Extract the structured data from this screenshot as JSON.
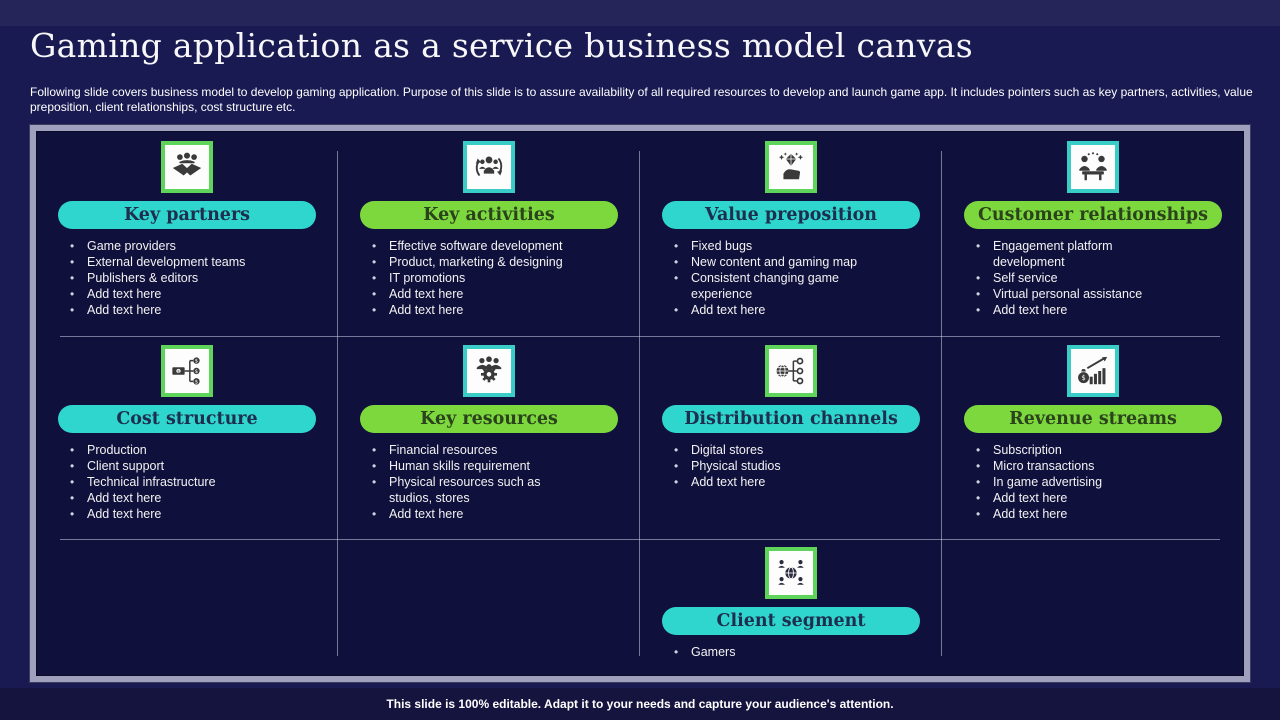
{
  "slide": {
    "title": "Gaming application as a service business model canvas",
    "subtitle": "Following slide covers business model to develop gaming application. Purpose of this slide is to assure availability of all required resources to develop and launch game app. It includes pointers such as key partners, activities, value preposition, client relationships, cost structure etc.",
    "footer": "This slide is 100% editable. Adapt it to your needs and capture your audience's attention."
  },
  "colors": {
    "background": "#1a1a52",
    "canvas_background": "#10103d",
    "frame_border": "#9fa0bd",
    "teal": "#2fd6cd",
    "green": "#7dd83e",
    "teal_pill_text": "#1e2e4e",
    "green_pill_text": "#2b431c",
    "icon_border_teal": "#3accc6",
    "icon_border_green": "#5ed45a",
    "body_text": "#f2f2f2",
    "grid_line": "#c9cee2",
    "footer_background": "#14143f",
    "title_text": "#f7f7fa"
  },
  "cells": [
    {
      "title": "Key partners",
      "pill_color": "teal",
      "icon": "handshake-icon",
      "bullets": [
        "Game providers",
        "External development teams",
        "Publishers & editors",
        "Add text here",
        "Add text here"
      ]
    },
    {
      "title": "Key activities",
      "pill_color": "green",
      "icon": "people-cycle-icon",
      "bullets": [
        "Effective software development",
        "Product, marketing & designing",
        "IT promotions",
        "Add text here",
        "Add text here"
      ]
    },
    {
      "title": "Value preposition",
      "pill_color": "teal",
      "icon": "hand-diamond-icon",
      "bullets": [
        "Fixed bugs",
        "New content and gaming map",
        "Consistent changing game experience",
        "Add text here"
      ]
    },
    {
      "title": "Customer relationships",
      "pill_color": "green",
      "icon": "meeting-icon",
      "bullets": [
        "Engagement platform development",
        "Self service",
        "Virtual personal assistance",
        "Add text here"
      ]
    },
    {
      "title": "Cost structure",
      "pill_color": "teal",
      "icon": "money-flow-icon",
      "bullets": [
        "Production",
        "Client support",
        "Technical infrastructure",
        "Add text here",
        "Add text here"
      ]
    },
    {
      "title": "Key resources",
      "pill_color": "green",
      "icon": "team-gear-icon",
      "bullets": [
        "Financial resources",
        "Human skills requirement",
        "Physical resources such as studios, stores",
        "Add text here"
      ]
    },
    {
      "title": "Distribution channels",
      "pill_color": "teal",
      "icon": "globe-network-icon",
      "bullets": [
        "Digital stores",
        "Physical studios",
        "Add text here"
      ]
    },
    {
      "title": "Revenue streams",
      "pill_color": "green",
      "icon": "money-growth-icon",
      "bullets": [
        "Subscription",
        "Micro transactions",
        "In game advertising",
        "Add text here",
        "Add text here"
      ]
    },
    {
      "title": "Client segment",
      "pill_color": "teal",
      "icon": "user-network-icon",
      "bullets": [
        "Gamers"
      ]
    }
  ]
}
